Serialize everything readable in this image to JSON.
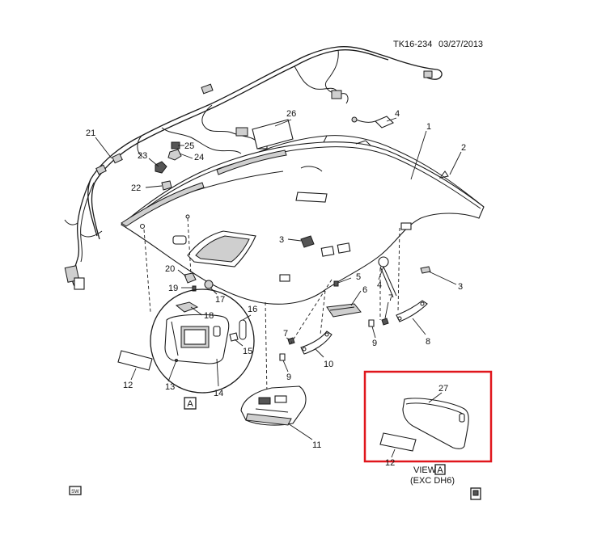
{
  "header": {
    "drawing_id": "TK16-234",
    "date": "03/27/2013"
  },
  "callouts": [
    {
      "id": "c1",
      "label": "1"
    },
    {
      "id": "c2",
      "label": "2"
    },
    {
      "id": "c3a",
      "label": "3"
    },
    {
      "id": "c3b",
      "label": "3"
    },
    {
      "id": "c4a",
      "label": "4"
    },
    {
      "id": "c4b",
      "label": "4"
    },
    {
      "id": "c5",
      "label": "5"
    },
    {
      "id": "c6",
      "label": "6"
    },
    {
      "id": "c7a",
      "label": "7"
    },
    {
      "id": "c7b",
      "label": "7"
    },
    {
      "id": "c8",
      "label": "8"
    },
    {
      "id": "c9a",
      "label": "9"
    },
    {
      "id": "c9b",
      "label": "9"
    },
    {
      "id": "c10",
      "label": "10"
    },
    {
      "id": "c11",
      "label": "11"
    },
    {
      "id": "c12",
      "label": "12"
    },
    {
      "id": "c13",
      "label": "13"
    },
    {
      "id": "c14",
      "label": "14"
    },
    {
      "id": "c15",
      "label": "15"
    },
    {
      "id": "c16",
      "label": "16"
    },
    {
      "id": "c17",
      "label": "17"
    },
    {
      "id": "c18",
      "label": "18"
    },
    {
      "id": "c19",
      "label": "19"
    },
    {
      "id": "c20",
      "label": "20"
    },
    {
      "id": "c21",
      "label": "21"
    },
    {
      "id": "c22",
      "label": "22"
    },
    {
      "id": "c23",
      "label": "23"
    },
    {
      "id": "c24",
      "label": "24"
    },
    {
      "id": "c25",
      "label": "25"
    },
    {
      "id": "c26",
      "label": "26"
    },
    {
      "id": "c27",
      "label": "27"
    },
    {
      "id": "c12b",
      "label": "12"
    }
  ],
  "detail_marker": {
    "letter": "A"
  },
  "view": {
    "title": "VIEW",
    "letter": "A",
    "note": "(EXC DH6)"
  },
  "footer": {
    "left_badge": "SW"
  },
  "colors": {
    "highlight": "#e0161c",
    "line": "#1a1a1a"
  }
}
